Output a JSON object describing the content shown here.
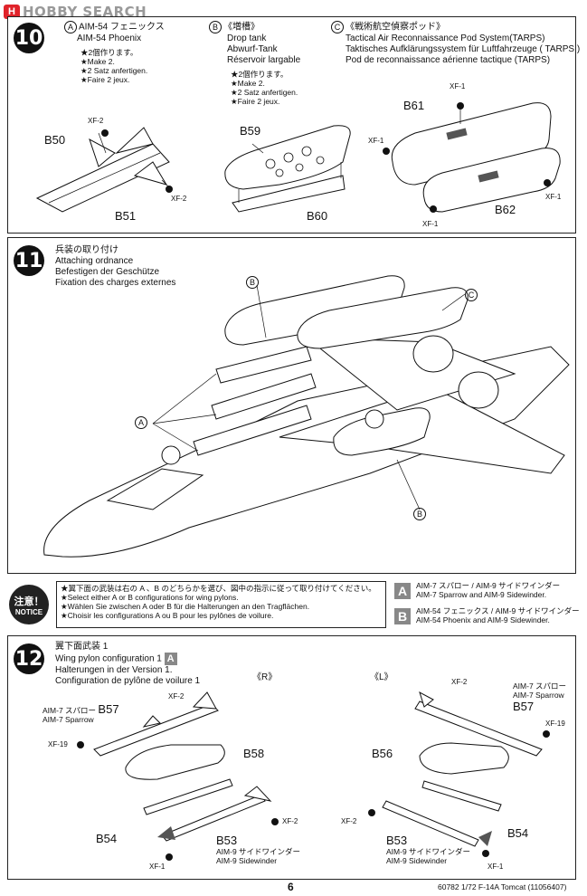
{
  "watermark": {
    "badge": "H",
    "text": "HOBBY SEARCH"
  },
  "step10": {
    "number": "10",
    "a": {
      "marker": "A",
      "title_jp": "AIM-54 フェニックス",
      "title_en": "AIM-54 Phoenix",
      "notes": [
        "★2個作ります。",
        "★Make 2.",
        "★2 Satz anfertigen.",
        "★Faire 2 jeux."
      ],
      "parts": {
        "p1": "B50",
        "p2": "B51",
        "xf_a": "XF-2",
        "xf_b": "XF-2"
      }
    },
    "b": {
      "marker": "B",
      "title_jp": "《増槽》",
      "title_en": "Drop tank",
      "title_de": "Abwurf-Tank",
      "title_fr": "Réservoir largable",
      "notes": [
        "★2個作ります。",
        "★Make 2.",
        "★2 Satz anfertigen.",
        "★Faire 2 jeux."
      ],
      "parts": {
        "p1": "B59",
        "p2": "B60"
      }
    },
    "c": {
      "marker": "C",
      "title_jp": "《戦術航空偵察ポッド》",
      "title_en": "Tactical Air Reconnaissance Pod System(TARPS)",
      "title_de": "Taktisches Aufklärungssystem für Luftfahrzeuge ( TARPS )",
      "title_fr": "Pod de reconnaissance aérienne tactique (TARPS)",
      "parts": {
        "p1": "B61",
        "p2": "B62",
        "xf_a": "XF-1",
        "xf_b": "XF-1",
        "xf_c": "XF-1",
        "xf_d": "XF-1"
      }
    }
  },
  "step11": {
    "number": "11",
    "title_jp": "兵装の取り付け",
    "title_en": "Attaching ordnance",
    "title_de": "Befestigen der Geschütze",
    "title_fr": "Fixation des charges externes",
    "markers": {
      "a": "A",
      "b": "B",
      "c": "C",
      "b2": "B"
    }
  },
  "notice": {
    "badge_jp": "注意！",
    "badge_en": "NOTICE",
    "lines": [
      "★翼下面の武装は右の A 、B のどちらかを選び、図中の指示に従って取り付けてください。",
      "★Select either A or B configurations for wing pylons.",
      "★Wählen Sie zwischen A oder B für die Halterungen an den Tragflächen.",
      "★Choisir les configurations A ou B pour les pylônes de voilure."
    ],
    "opt_a": {
      "letter": "A",
      "jp": "AIM-7 スパロー / AIM-9 サイドワインダー",
      "en": "AIM-7 Sparrow and AIM-9 Sidewinder."
    },
    "opt_b": {
      "letter": "B",
      "jp": "AIM-54 フェニックス / AIM-9 サイドワインダー",
      "en": "AIM-54 Phoenix and AIM-9 Sidewinder."
    }
  },
  "step12": {
    "number": "12",
    "title_jp": "翼下面武装 1",
    "title_en": "Wing pylon configuration 1",
    "title_de": "Halterungen in der Version 1.",
    "title_fr": "Configuration de pylône de voilure 1",
    "config": "A",
    "right": {
      "heading": "《R》",
      "b57": "B57",
      "b57_jp": "AIM-7 スパロー",
      "b57_en": "AIM-7 Sparrow",
      "b58": "B58",
      "b54": "B54",
      "b53": "B53",
      "b53_jp": "AIM-9 サイドワインダー",
      "b53_en": "AIM-9 Sidewinder",
      "xf1": "XF-2",
      "xf2": "XF-19",
      "xf3": "XF-2",
      "xf4": "XF-1"
    },
    "left": {
      "heading": "《L》",
      "b57": "B57",
      "b57_jp": "AIM-7 スパロー",
      "b57_en": "AIM-7 Sparrow",
      "b56": "B56",
      "b54": "B54",
      "b53": "B53",
      "b53_jp": "AIM-9 サイドワインダー",
      "b53_en": "AIM-9 Sidewinder",
      "xf1": "XF-2",
      "xf2": "XF-19",
      "xf3": "XF-2",
      "xf4": "XF-1"
    }
  },
  "footer": {
    "page": "6",
    "ref": "60782 1/72 F-14A Tomcat (11056407)"
  }
}
